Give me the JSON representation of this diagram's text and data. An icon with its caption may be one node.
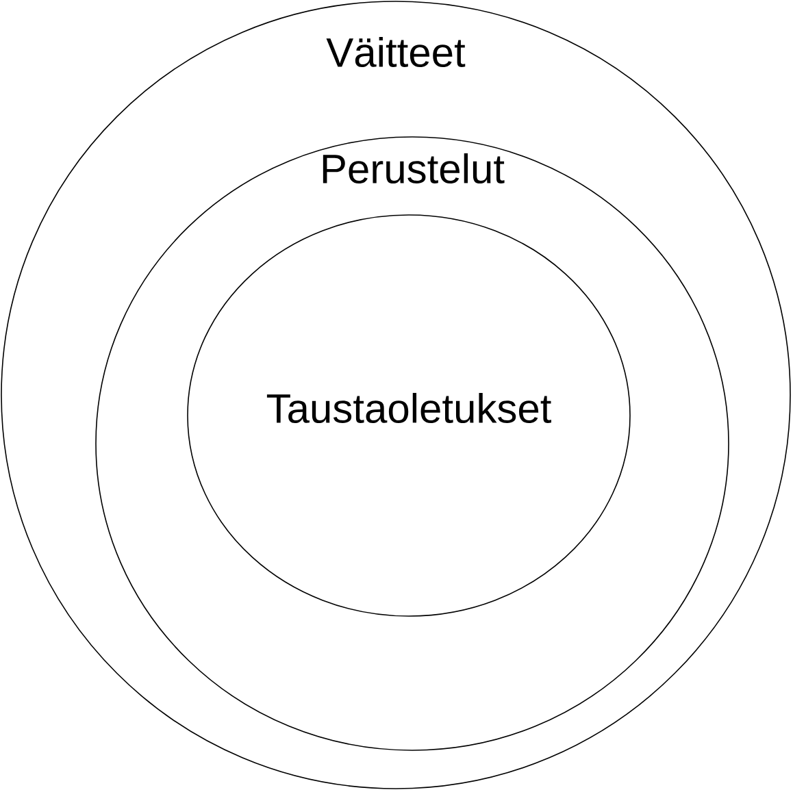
{
  "diagram": {
    "nodes": [
      {
        "text": [
          "Väitteet"
        ]
      },
      {
        "text": [
          "Perustelut"
        ],
        "in": 0
      },
      {
        "text": [
          "Taustaoletukset"
        ],
        "in": 1
      }
    ]
  }
}
